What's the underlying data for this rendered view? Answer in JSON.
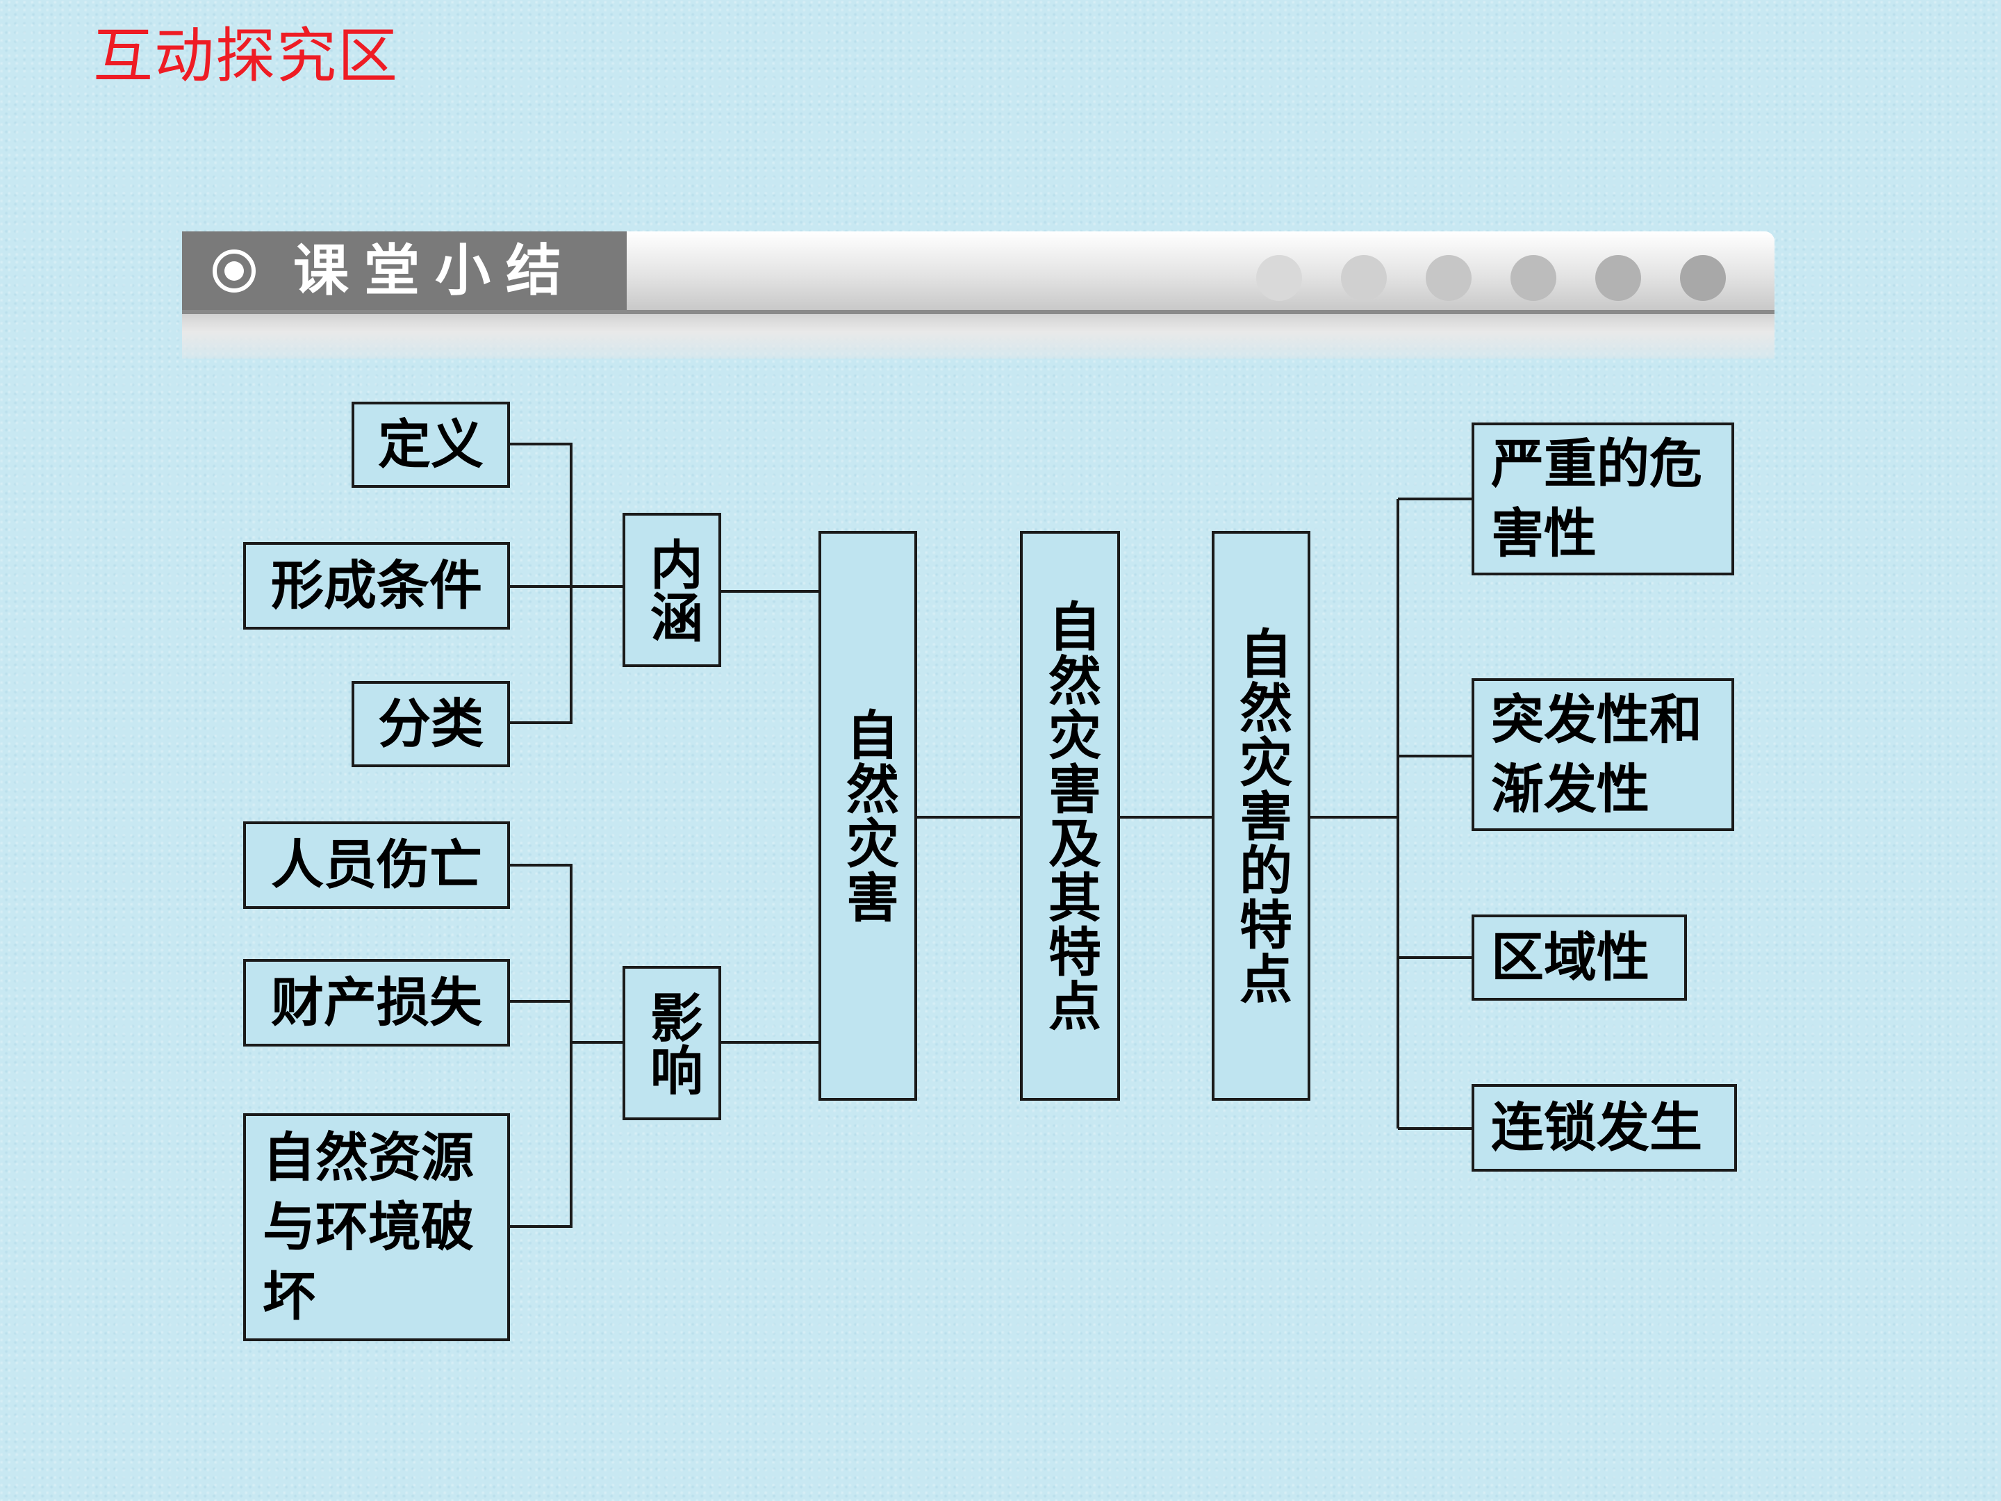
{
  "page_heading": "互动探究区",
  "banner": {
    "title": "课堂小结"
  },
  "nodes": {
    "definition": "定义",
    "formation": "形成条件",
    "classification": "分类",
    "connotation": "内涵",
    "casualties": "人员伤亡",
    "property_loss": "财产损失",
    "resource_damage": "自然资源与环境破坏",
    "impact": "影响",
    "natural_disaster": "自然灾害",
    "disaster_and_features": "自然灾害及其特点",
    "disaster_features": "自然灾害的特点",
    "severity": "严重的危害性",
    "suddenness": "突发性和渐发性",
    "regionality": "区域性",
    "chain": "连锁发生"
  },
  "colors": {
    "heading": "#ee1c24",
    "background": "#c8e8f2",
    "node_border": "#1a1a1a",
    "banner_label": "#7a7a7a"
  }
}
